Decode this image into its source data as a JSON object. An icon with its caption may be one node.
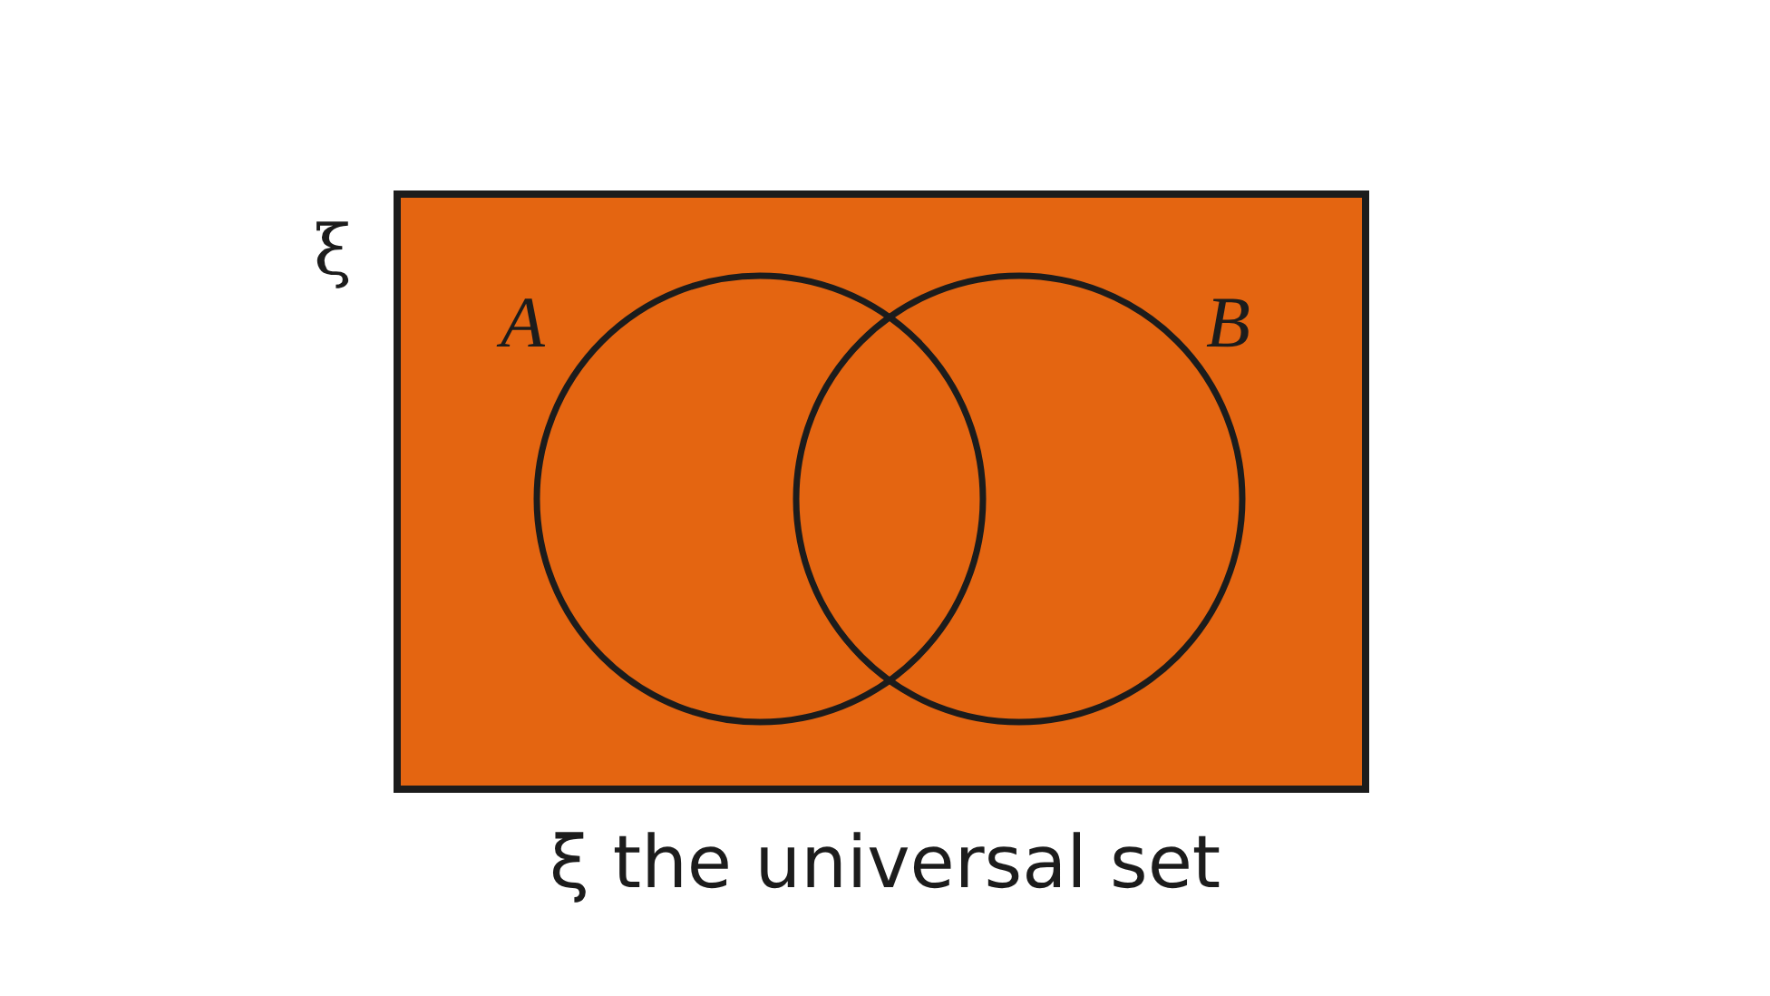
{
  "diagram": {
    "caption": "ξ the universal set",
    "nodes": [
      {
        "text": [
          "ξ"
        ]
      },
      {
        "text": [
          "A"
        ],
        "in": 0
      },
      {
        "text": [
          "B"
        ],
        "in": 0
      }
    ],
    "edges": []
  }
}
